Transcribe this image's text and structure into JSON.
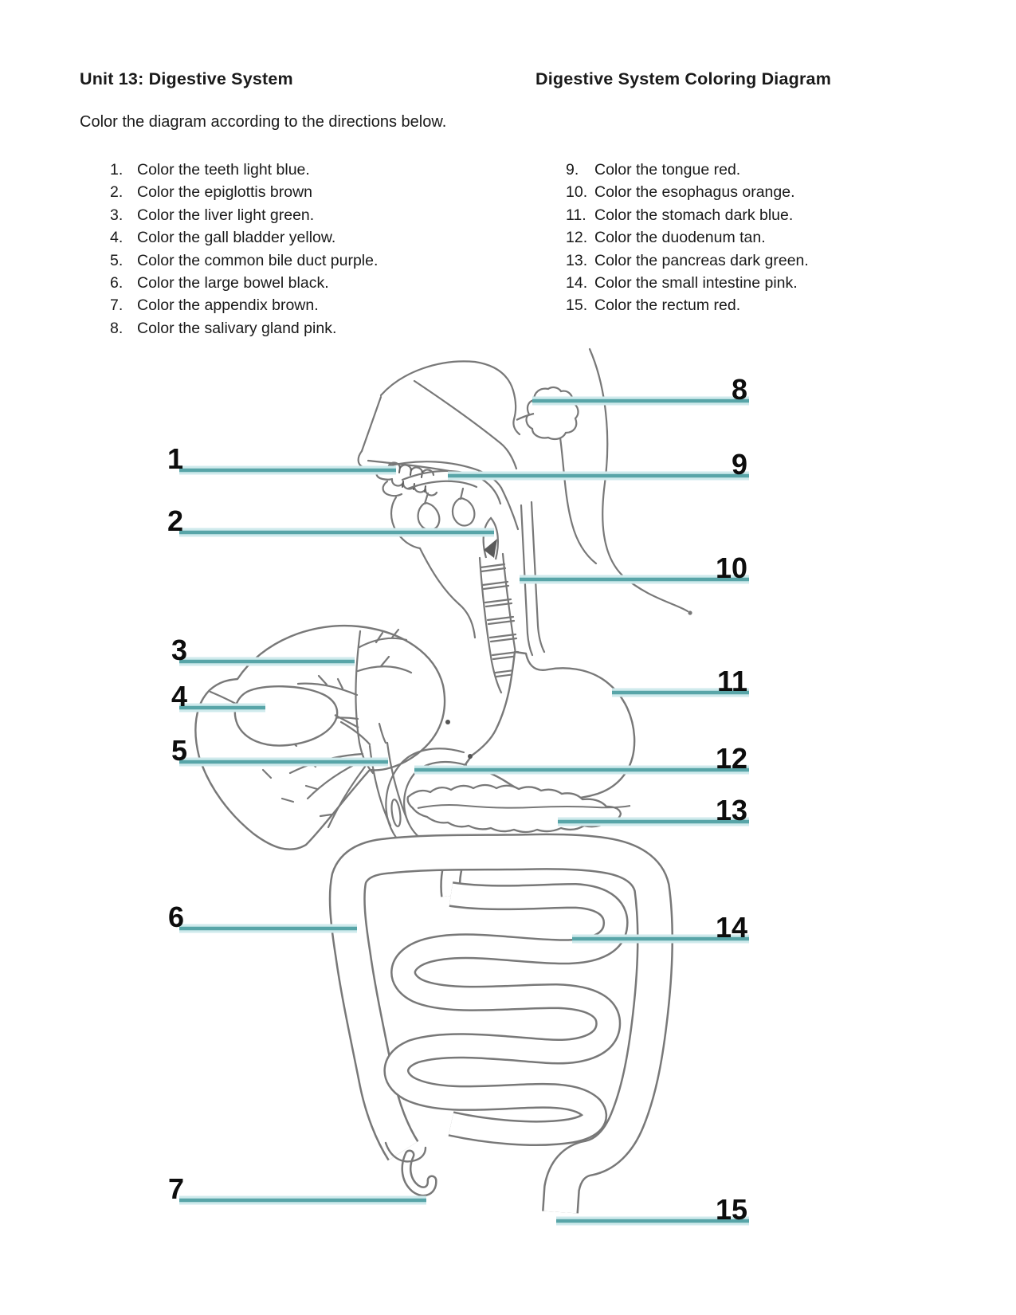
{
  "header": {
    "unit_title": "Unit 13: Digestive System",
    "doc_title": "Digestive System Coloring Diagram"
  },
  "intro": "Color the diagram according to the directions below.",
  "instructions": {
    "left": [
      {
        "num": "1.",
        "text": "Color the teeth light blue."
      },
      {
        "num": "2.",
        "text": "Color the epiglottis brown"
      },
      {
        "num": "3.",
        "text": "Color the liver light green."
      },
      {
        "num": "4.",
        "text": "Color the gall bladder yellow."
      },
      {
        "num": "5.",
        "text": "Color the common bile duct purple."
      },
      {
        "num": "6.",
        "text": "Color the large bowel black."
      },
      {
        "num": "7.",
        "text": "Color the appendix brown."
      },
      {
        "num": "8.",
        "text": "Color the salivary gland pink."
      }
    ],
    "right": [
      {
        "num": "9.",
        "text": "Color the tongue red."
      },
      {
        "num": "10.",
        "text": "Color the esophagus orange."
      },
      {
        "num": "11.",
        "text": "Color the stomach dark blue."
      },
      {
        "num": "12.",
        "text": "Color the duodenum tan."
      },
      {
        "num": "13.",
        "text": "Color the pancreas dark green."
      },
      {
        "num": "14.",
        "text": "Color the small intestine pink."
      },
      {
        "num": "15.",
        "text": "Color the rectum red."
      }
    ]
  },
  "diagram": {
    "labels": [
      "1",
      "2",
      "3",
      "4",
      "5",
      "6",
      "7",
      "8",
      "9",
      "10",
      "11",
      "12",
      "13",
      "14",
      "15"
    ],
    "colors": {
      "leader_line": "#58a5a8",
      "leader_halo": "#cfeaec",
      "drawing_ink": "#787878",
      "number_ink": "#0d0d0d"
    }
  }
}
